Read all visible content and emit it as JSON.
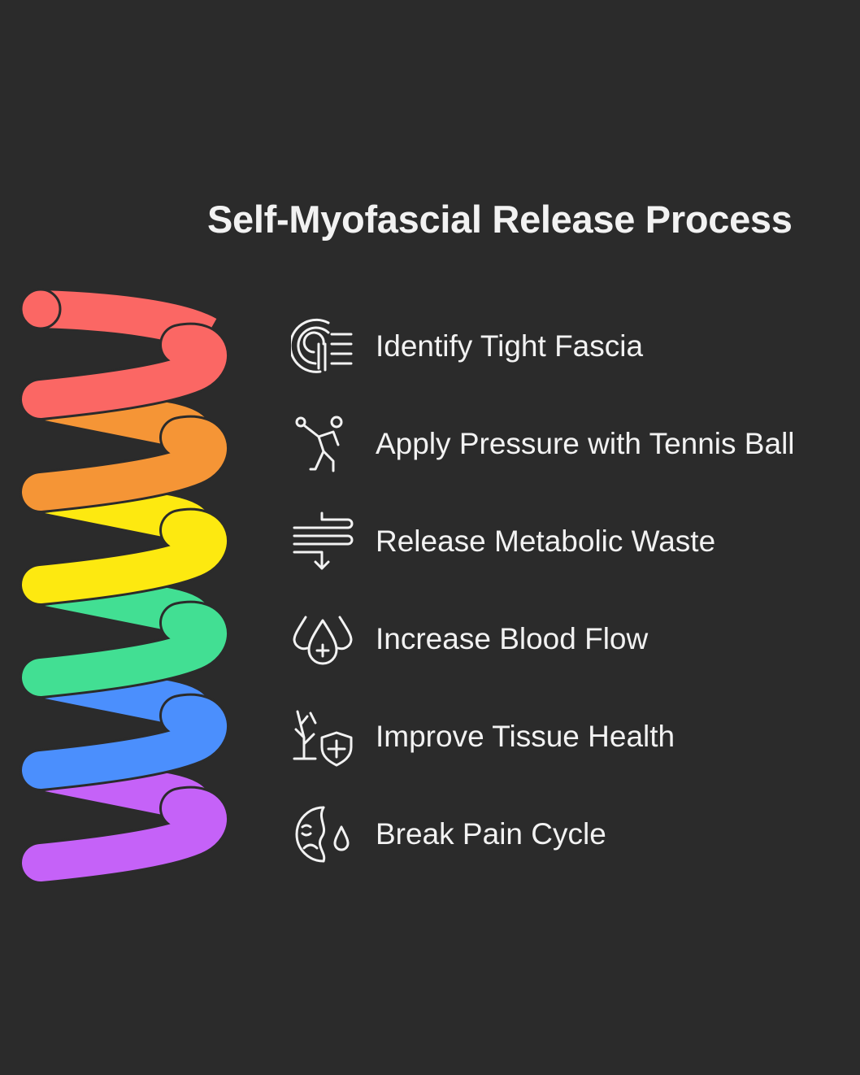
{
  "title": "Self-Myofascial Release Process",
  "colors": [
    "#fb6764",
    "#f59536",
    "#fde910",
    "#42df93",
    "#4b8ffd",
    "#c562f8"
  ],
  "background": "#2b2b2b",
  "steps": [
    {
      "label": "Identify Tight Fascia",
      "icon": "fingerprint-icon"
    },
    {
      "label": "Apply Pressure with Tennis Ball",
      "icon": "stretching-person-icon"
    },
    {
      "label": "Release Metabolic Waste",
      "icon": "wind-flow-icon"
    },
    {
      "label": "Increase Blood Flow",
      "icon": "blood-drops-icon"
    },
    {
      "label": "Improve Tissue Health",
      "icon": "tissue-shield-icon"
    },
    {
      "label": "Break Pain Cycle",
      "icon": "pain-face-icon"
    }
  ]
}
